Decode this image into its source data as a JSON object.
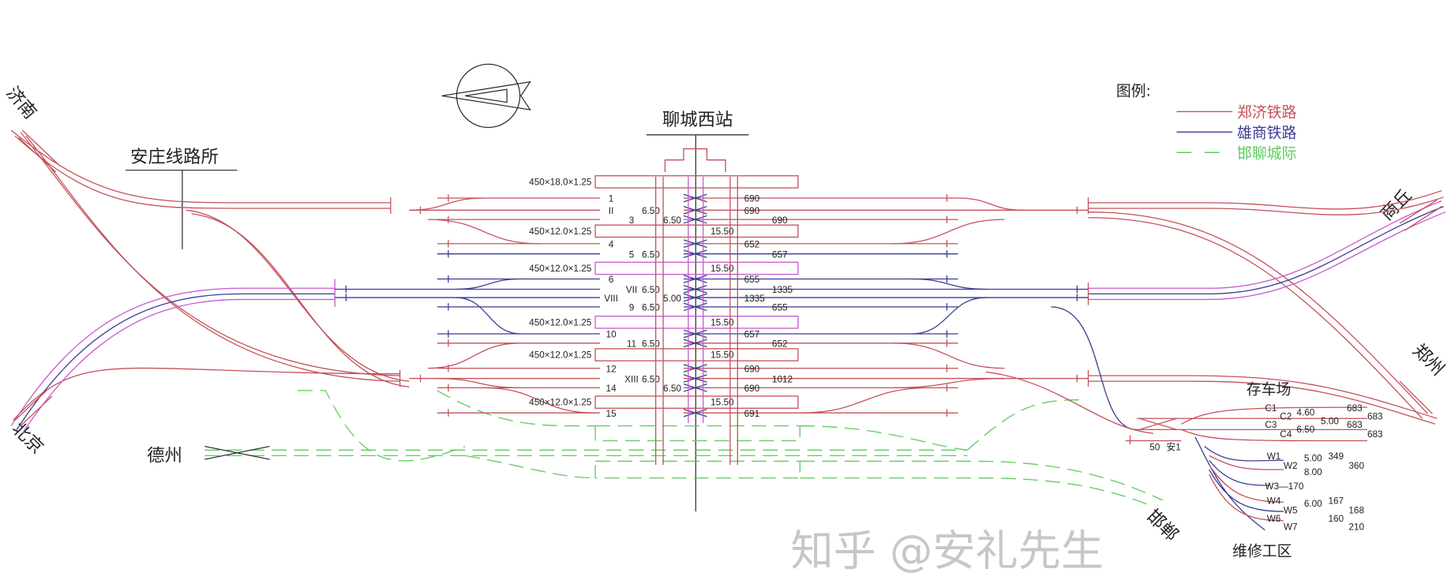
{
  "station": {
    "name": "聊城西站"
  },
  "junction": {
    "name": "安庄线路所"
  },
  "directions": {
    "jinan": "济南",
    "beijing": "北京",
    "shangqiu": "商丘",
    "zhengzhou": "郑州",
    "dezhou": "德州",
    "handan": "邯郸"
  },
  "legend": {
    "title": "图例:",
    "items": [
      {
        "label": "郑济铁路",
        "color": "#c4505a",
        "style": "solid"
      },
      {
        "label": "雄商铁路",
        "color": "#3c3c94",
        "style": "solid"
      },
      {
        "label": "邯聊城际",
        "color": "#5ccc5c",
        "style": "dashed"
      }
    ]
  },
  "tracks": [
    {
      "name": "1",
      "line": "zhengji",
      "length": "690"
    },
    {
      "name": "II",
      "line": "zhengji",
      "spacing": "6.50",
      "length": "690"
    },
    {
      "name": "3",
      "line": "zhengji",
      "spacing": "6.50",
      "length": "690"
    },
    {
      "name": "4",
      "line": "zhengji",
      "length": "652"
    },
    {
      "name": "5",
      "line": "xiongshang",
      "spacing": "6.50",
      "length": "657"
    },
    {
      "name": "6",
      "line": "xiongshang",
      "length": "655"
    },
    {
      "name": "VII",
      "line": "xiongshang",
      "spacing": "6.50",
      "length": "1335"
    },
    {
      "name": "VIII",
      "line": "xiongshang",
      "spacing": "5.00",
      "length": "1335"
    },
    {
      "name": "9",
      "line": "xiongshang",
      "spacing": "6.50",
      "length": "655"
    },
    {
      "name": "10",
      "line": "xiongshang",
      "length": "657"
    },
    {
      "name": "11",
      "line": "zhengji",
      "spacing": "6.50",
      "length": "652"
    },
    {
      "name": "12",
      "line": "zhengji",
      "length": "690"
    },
    {
      "name": "XIII",
      "line": "zhengji",
      "spacing": "6.50",
      "length": "1012"
    },
    {
      "name": "14",
      "line": "zhengji",
      "spacing": "6.50",
      "length": "690"
    },
    {
      "name": "15",
      "line": "zhengji",
      "length": "691"
    }
  ],
  "platforms": [
    {
      "spec": "450×18.0×1.25",
      "spacing": ""
    },
    {
      "spec": "450×12.0×1.25",
      "spacing": "15.50"
    },
    {
      "spec": "450×12.0×1.25",
      "spacing": "15.50"
    },
    {
      "spec": "450×12.0×1.25",
      "spacing": "15.50"
    },
    {
      "spec": "450×12.0×1.25",
      "spacing": "15.50"
    },
    {
      "spec": "450×12.0×1.25",
      "spacing": "15.50"
    }
  ],
  "yard": {
    "title": "存车场",
    "tracks": [
      {
        "name": "C1",
        "length": "683"
      },
      {
        "name": "C2",
        "length": "683"
      },
      {
        "name": "C3",
        "length": "683"
      },
      {
        "name": "C4",
        "length": "683"
      }
    ],
    "spacings": [
      "4.60",
      "5.00",
      "6.50"
    ],
    "turnout": "50",
    "turnout_label": "安1"
  },
  "depot": {
    "title": "维修工区",
    "tracks": [
      {
        "name": "W1",
        "length": "349"
      },
      {
        "name": "W2",
        "length": "360"
      },
      {
        "name": "W3",
        "length": "170"
      },
      {
        "name": "W4",
        "length": "167"
      },
      {
        "name": "W5",
        "length": "168"
      },
      {
        "name": "W6",
        "length": "160"
      },
      {
        "name": "W7",
        "length": "210"
      }
    ],
    "spacings": [
      "5.00",
      "8.00",
      "6.00"
    ]
  },
  "watermark": "知乎 @安礼先生"
}
